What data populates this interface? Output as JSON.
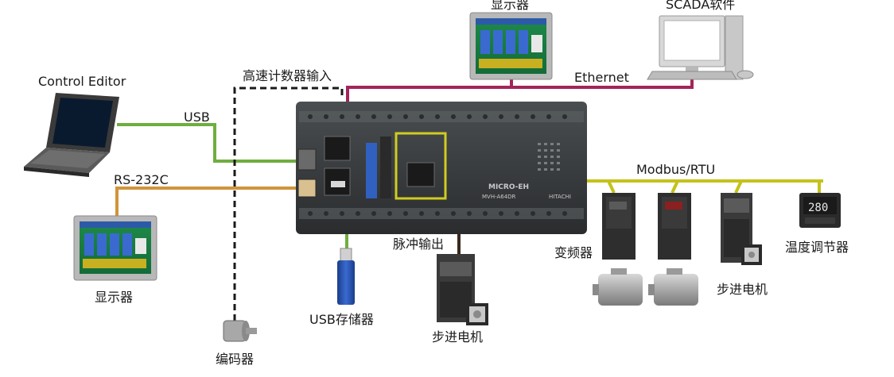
{
  "labels": {
    "control_editor": "Control Editor",
    "usb": "USB",
    "rs232c": "RS-232C",
    "display_left": "显示器",
    "high_speed_counter": "高速计数器输入",
    "display_top": "显示器",
    "ethernet": "Ethernet",
    "scada": "SCADA软件",
    "modbus": "Modbus/RTU",
    "pulse_output": "脉冲输出",
    "stepper_bottom": "步进电机",
    "inverter": "变频器",
    "stepper_right": "步进电机",
    "temp_controller": "温度调节器",
    "usb_storage": "USB存储器",
    "encoder": "编码器",
    "plc_brand": "MICRO-EH",
    "plc_model": "MVH-A64DR",
    "plc_maker": "HITACHI",
    "temp_display": "280"
  },
  "colors": {
    "usb_line": "#6fae3f",
    "rs232_line": "#d1943a",
    "ethernet_line": "#a3245a",
    "modbus_line": "#c4c21a",
    "pulse_line": "#3a2a20",
    "encoder_line": "#1a1a1a"
  },
  "icons": [
    "laptop-icon",
    "touch-panel-icon",
    "desktop-pc-icon",
    "plc-icon",
    "usb-stick-icon",
    "encoder-icon",
    "servo-driver-icon",
    "stepper-motor-icon",
    "inverter-icon",
    "ac-motor-icon",
    "temperature-controller-icon"
  ]
}
